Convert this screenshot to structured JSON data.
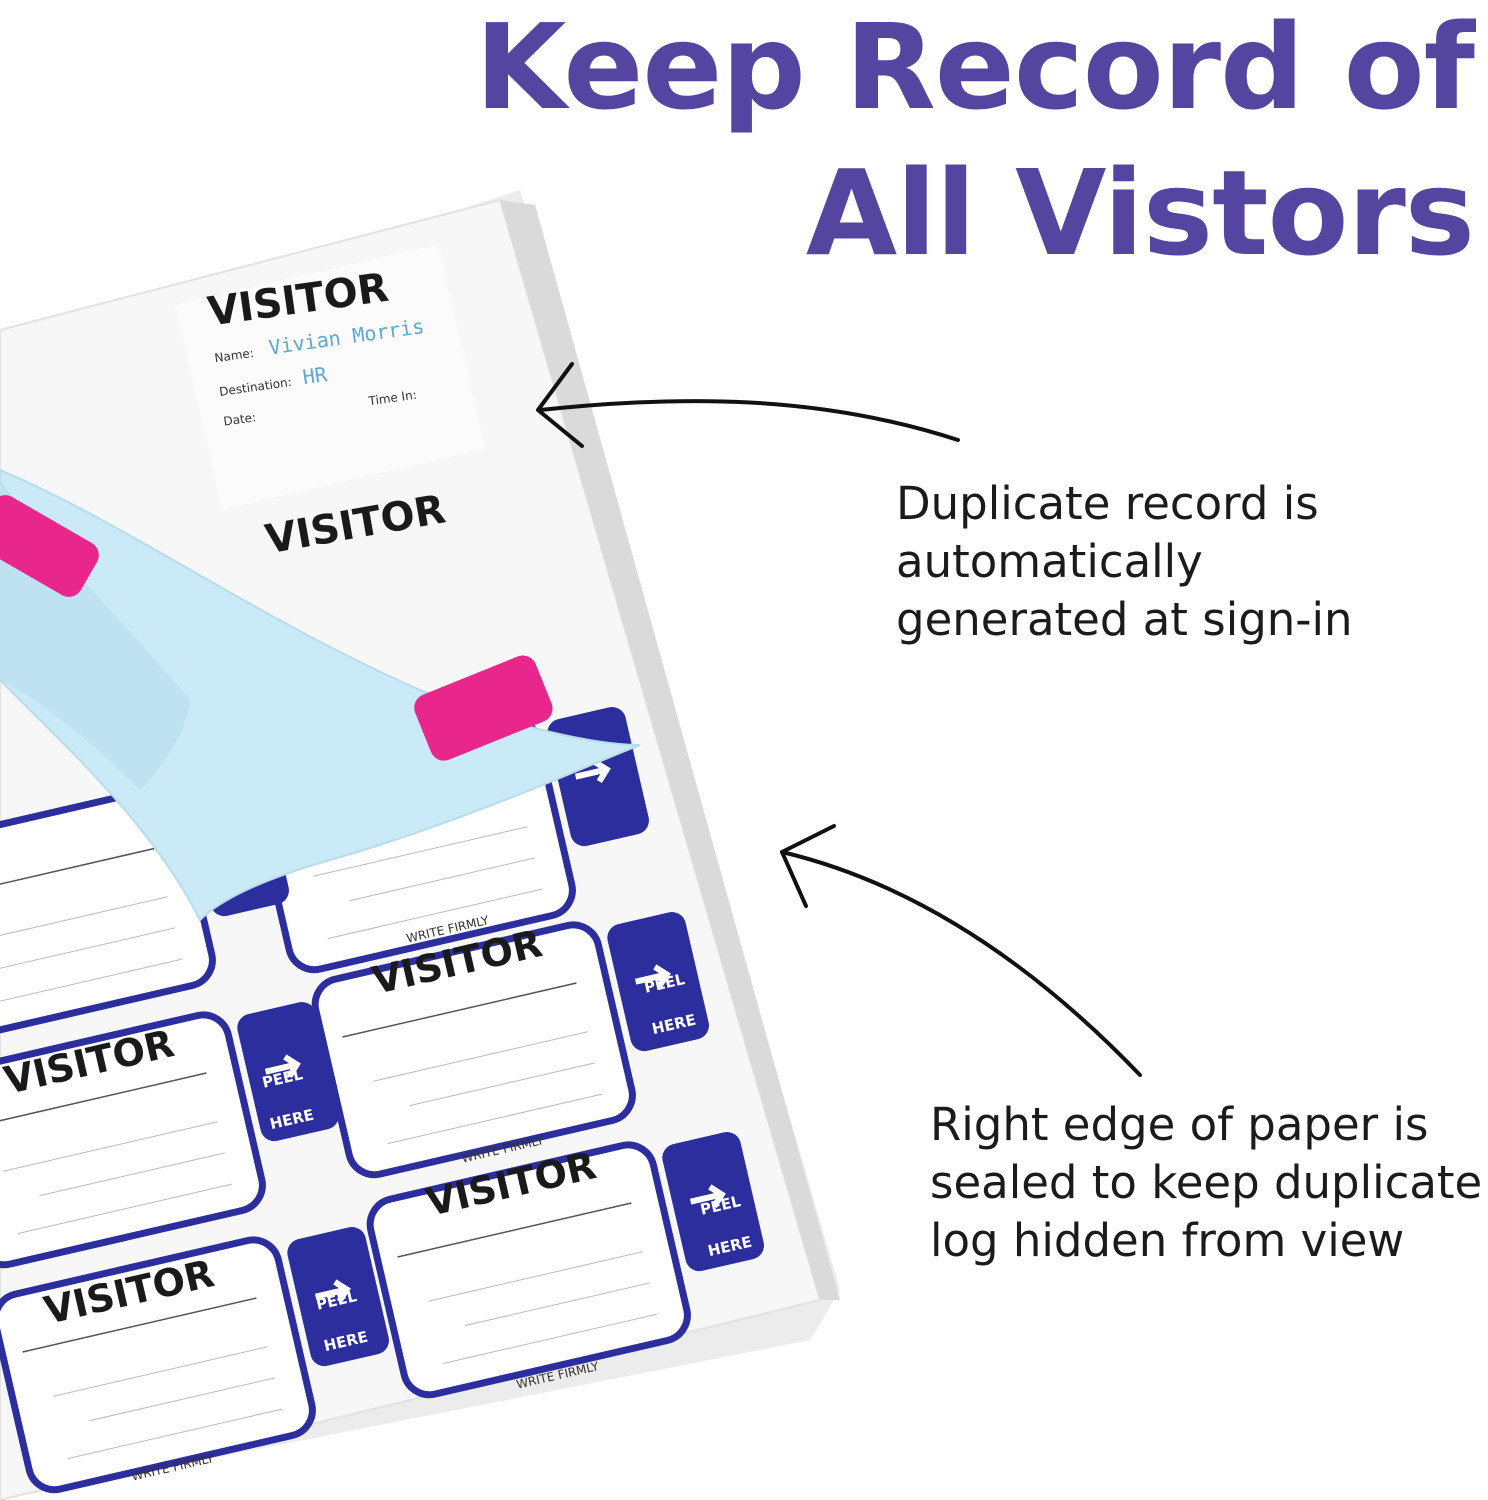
{
  "headline": {
    "line1": "Keep Record of",
    "line2": "All Vistors"
  },
  "callouts": [
    {
      "lines": [
        "Duplicate record is",
        "automatically",
        "generated at sign-in"
      ]
    },
    {
      "lines": [
        "Right edge of paper is",
        "sealed to keep duplicate",
        "log hidden from view"
      ]
    }
  ],
  "badge": {
    "title": "VISITOR",
    "name_label": "Name:",
    "destination_label": "Destination:",
    "date_label": "Date:",
    "time_label": "Time In:",
    "footer": "WRITE FIRMLY",
    "tab_peel": "PEEL",
    "tab_here": "HERE"
  },
  "example_entry": {
    "name": "Vivian Morris",
    "destination": "HR"
  },
  "colors": {
    "headline": "#5446a0",
    "badge_border": "#2b2e9c",
    "handwriting": "#5aa9d6",
    "backing": "#cbeaf7",
    "void_tab": "#e8268c"
  }
}
